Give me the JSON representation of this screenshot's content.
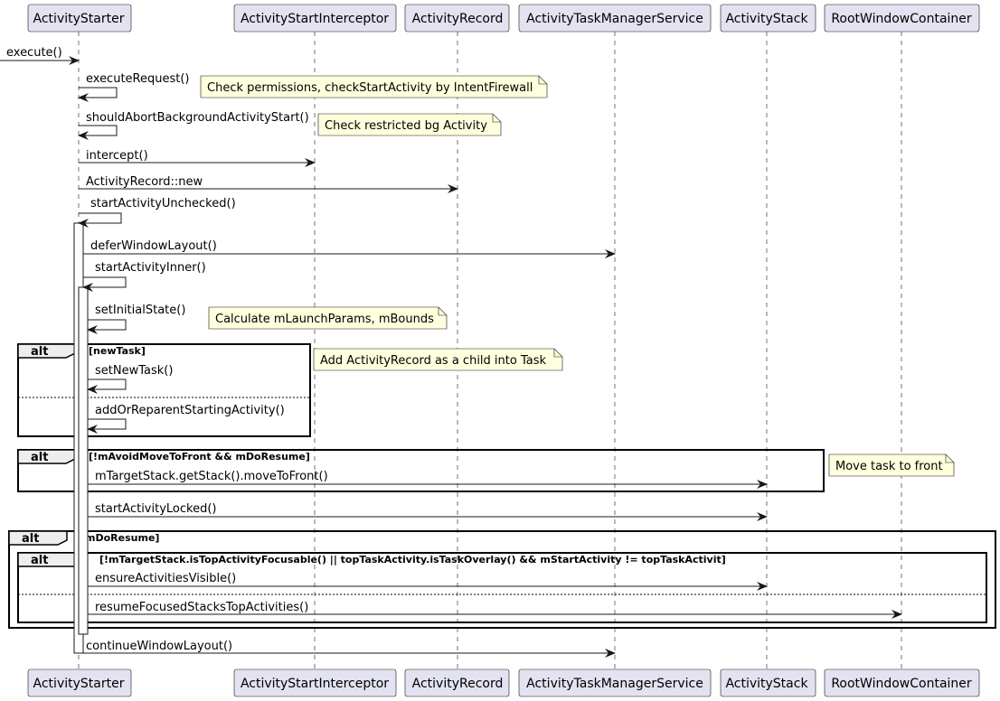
{
  "colors": {
    "participant_fill": "#E2E2F0",
    "participant_stroke": "#181818",
    "note_fill": "#FEFFDD",
    "note_stroke": "#181818",
    "frame_tab_fill": "#EEEEEE",
    "activation_fill": "#FFFFFF",
    "lifeline": "#181818",
    "arrow": "#181818"
  },
  "participants": [
    {
      "id": "starter",
      "label": "ActivityStarter"
    },
    {
      "id": "interceptor",
      "label": "ActivityStartInterceptor"
    },
    {
      "id": "record",
      "label": "ActivityRecord"
    },
    {
      "id": "atms",
      "label": "ActivityTaskManagerService"
    },
    {
      "id": "stack",
      "label": "ActivityStack"
    },
    {
      "id": "root",
      "label": "RootWindowContainer"
    }
  ],
  "messages": [
    {
      "label": "execute()"
    },
    {
      "label": "executeRequest()"
    },
    {
      "label": "shouldAbortBackgroundActivityStart()"
    },
    {
      "label": "intercept()"
    },
    {
      "label": "ActivityRecord::new"
    },
    {
      "label": "startActivityUnchecked()"
    },
    {
      "label": "deferWindowLayout()"
    },
    {
      "label": "startActivityInner()"
    },
    {
      "label": "setInitialState()"
    },
    {
      "label": "setNewTask()"
    },
    {
      "label": "addOrReparentStartingActivity()"
    },
    {
      "label": "mTargetStack.getStack().moveToFront()"
    },
    {
      "label": "startActivityLocked()"
    },
    {
      "label": "ensureActivitiesVisible()"
    },
    {
      "label": "resumeFocusedStacksTopActivities()"
    },
    {
      "label": "continueWindowLayout()"
    }
  ],
  "notes": [
    {
      "text": "Check permissions, checkStartActivity by IntentFirewall"
    },
    {
      "text": "Check restricted bg Activity"
    },
    {
      "text": "Calculate mLaunchParams, mBounds"
    },
    {
      "text": "Add ActivityRecord as a child into Task"
    },
    {
      "text": "Move task to front"
    }
  ],
  "frames": [
    {
      "kind": "alt",
      "guard": "[newTask]"
    },
    {
      "kind": "alt",
      "guard": "[!mAvoidMoveToFront && mDoResume]"
    },
    {
      "kind": "alt",
      "guard": "[mDoResume]"
    },
    {
      "kind": "alt",
      "guard": "[!mTargetStack.isTopActivityFocusable() || topTaskActivity.isTaskOverlay() && mStartActivity != topTaskActivit]"
    }
  ]
}
